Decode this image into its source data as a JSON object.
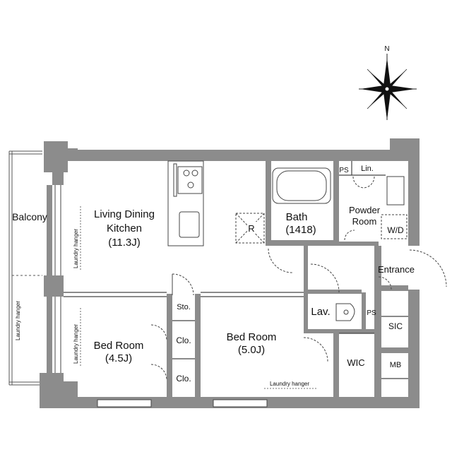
{
  "compass": {
    "north_label": "N"
  },
  "rooms": {
    "balcony": "Balcony",
    "ldk_line1": "Living Dining",
    "ldk_line2": "Kitchen",
    "ldk_size": "(11.3J)",
    "bath": "Bath",
    "bath_size": "(1418)",
    "powder_line1": "Powder",
    "powder_line2": "Room",
    "wd": "W/D",
    "lin": "Lin.",
    "ps_upper": "PS",
    "ps_lower": "PS",
    "entrance": "Entrance",
    "lav": "Lav.",
    "sic": "SIC",
    "mb": "MB",
    "wic": "WIC",
    "sto": "Sto.",
    "clo1": "Clo.",
    "clo2": "Clo.",
    "bed1": "Bed Room",
    "bed1_size": "(4.5J)",
    "bed2": "Bed Room",
    "bed2_size": "(5.0J)",
    "refrigerator": "R"
  },
  "annotations": {
    "laundry_ldk": "Laundry hanger",
    "laundry_bed1": "Laundry hanger",
    "laundry_balcony": "Laundry hanger",
    "laundry_bed2": "Laundry hanger"
  },
  "colors": {
    "wall": "#8c8c8c",
    "line": "#333333"
  }
}
